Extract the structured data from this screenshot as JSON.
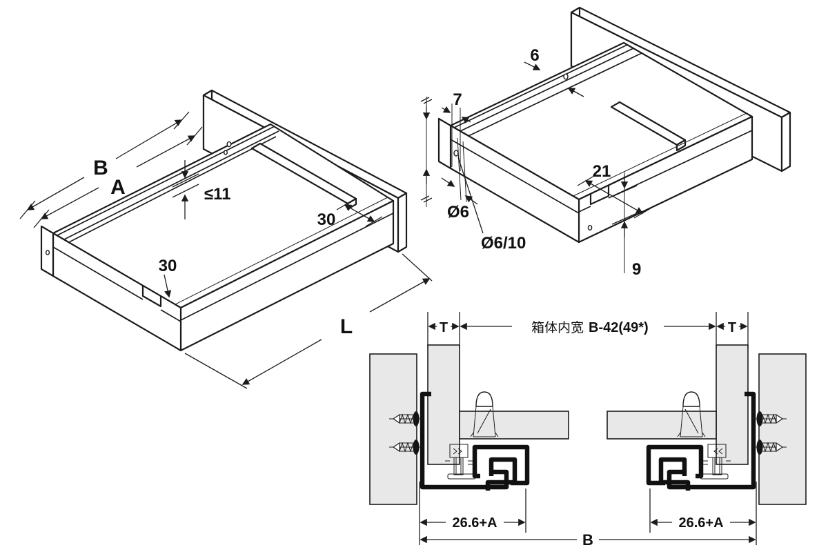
{
  "colors": {
    "background": "#ffffff",
    "line": "#1c1c1c",
    "panel_fill": "#e8e8e8"
  },
  "left_view": {
    "labels": {
      "outer_length": "B",
      "inner_length": "A",
      "max_thickness": "≤11",
      "rail_inset_right": "30",
      "rail_inset_front": "30",
      "slide_length": "L"
    }
  },
  "right_view": {
    "labels": {
      "rail_width": "6",
      "groove_width": "7",
      "hole_dia": "Ø6",
      "hole_dia_depth": "Ø6/10",
      "notch_length": "21",
      "edge_distance": "9"
    }
  },
  "section_view": {
    "labels": {
      "thickness_left": "T",
      "thickness_right": "T",
      "inner_width_caption": "箱体内宽",
      "inner_width_formula": "B-42(49*)",
      "offset_left": "26.6+A",
      "offset_right": "26.6+A",
      "overall_width": "B"
    }
  }
}
